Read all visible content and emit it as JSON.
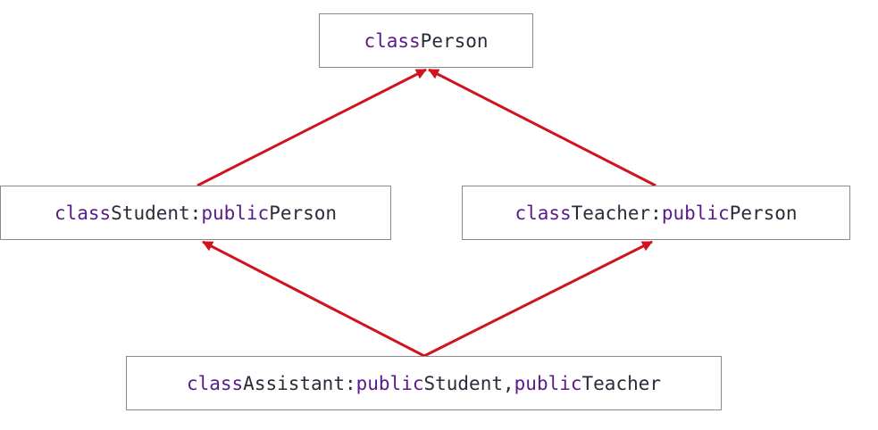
{
  "nodes": {
    "person": {
      "kw1": "class",
      "name": "Person"
    },
    "student": {
      "kw1": "class",
      "name": "Student",
      "colon": ":",
      "kw2": "public",
      "base": "Person"
    },
    "teacher": {
      "kw1": "class",
      "name": "Teacher",
      "colon": ":",
      "kw2": "public",
      "base": "Person"
    },
    "assistant": {
      "kw1": "class",
      "name": "Assistant",
      "colon": ":",
      "kw2": "public",
      "base1": "Student",
      "comma": ",",
      "kw3": "public",
      "base2": "Teacher"
    }
  },
  "edges": [
    {
      "from": "student",
      "to": "person"
    },
    {
      "from": "teacher",
      "to": "person"
    },
    {
      "from": "assistant",
      "to": "student"
    },
    {
      "from": "assistant",
      "to": "teacher"
    }
  ],
  "colors": {
    "keyword": "#5a1a8c",
    "text": "#2b2b3a",
    "arrow": "#d0141e",
    "border": "#8a8a8a"
  }
}
